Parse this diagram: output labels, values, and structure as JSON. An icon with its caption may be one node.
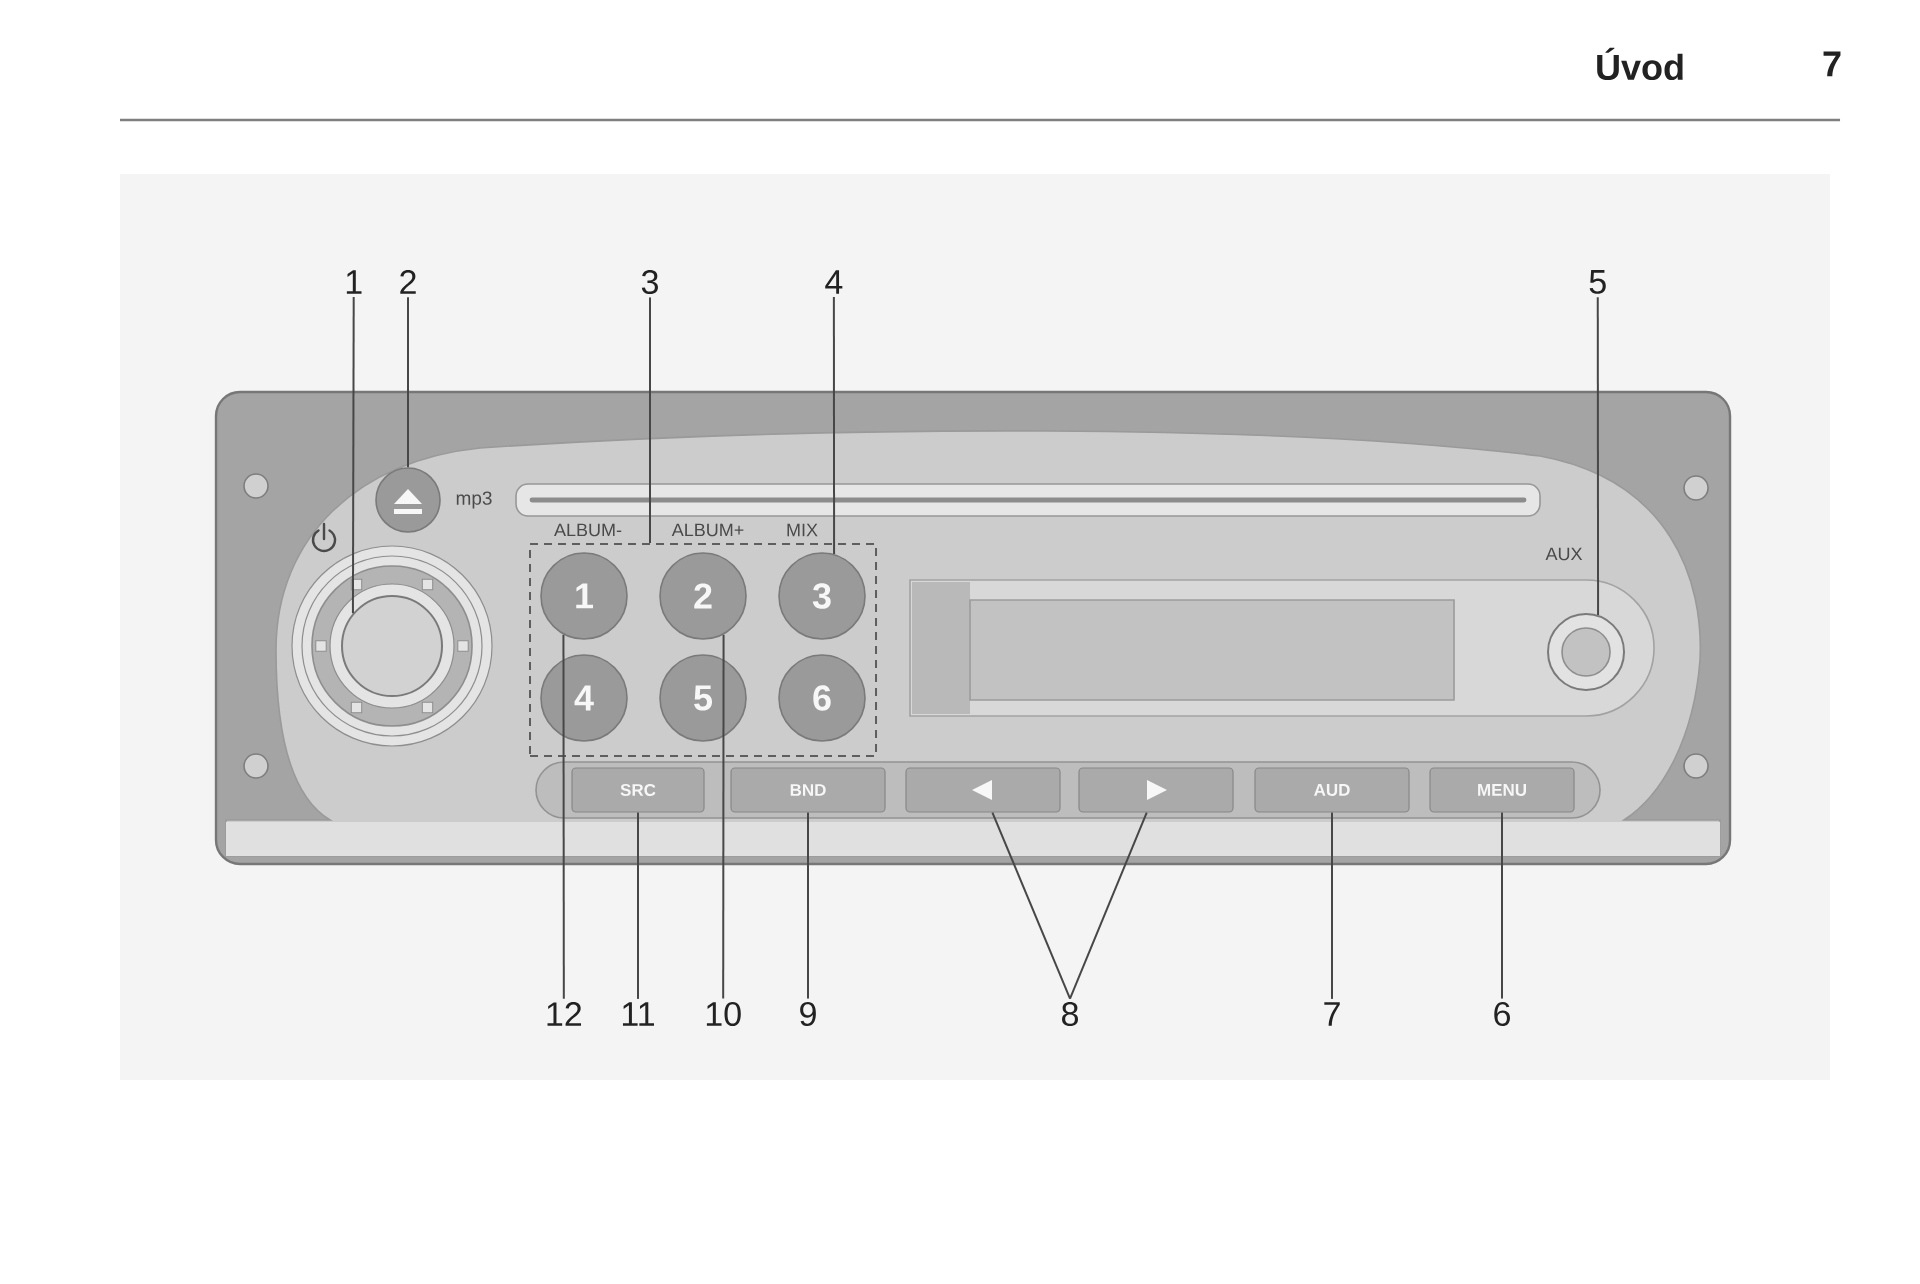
{
  "diagram": {
    "title": "Úvod",
    "nodes": [
      {
        "text": [
          "1"
        ]
      },
      {
        "text": [
          "2"
        ]
      },
      {
        "text": [
          "3"
        ]
      },
      {
        "text": [
          "4"
        ]
      },
      {
        "text": [
          "5"
        ]
      },
      {
        "text": [],
        "shape": "circle"
      },
      {
        "text": [],
        "shape": "circle"
      },
      {
        "text": [],
        "shape": "box"
      },
      {
        "text": [
          "1"
        ],
        "in": 7
      },
      {
        "text": [
          "2"
        ],
        "in": 7
      },
      {
        "text": [
          "3"
        ],
        "in": 7
      },
      {
        "text": [
          "4"
        ],
        "in": 7
      },
      {
        "text": [
          "5"
        ],
        "in": 7
      },
      {
        "text": [
          "6"
        ],
        "in": 7
      },
      {
        "text": [],
        "shape": "circle"
      },
      {
        "text": [
          "SRC"
        ]
      },
      {
        "text": [
          "BND"
        ]
      },
      {
        "text": [],
        "shape": "box"
      },
      {
        "text": [],
        "shape": "box"
      },
      {
        "text": [
          "AUD"
        ]
      },
      {
        "text": [
          "MENU"
        ]
      },
      {
        "text": [
          "12"
        ]
      },
      {
        "text": [
          "11"
        ]
      },
      {
        "text": [
          "10"
        ]
      },
      {
        "text": [
          "9"
        ]
      },
      {
        "text": [
          "8"
        ]
      },
      {
        "text": [
          "7"
        ]
      },
      {
        "text": [
          "6"
        ]
      }
    ],
    "edges": [
      {
        "from": 0,
        "to": 5,
        "arrow": "none"
      },
      {
        "from": 1,
        "to": 6,
        "arrow": "none"
      },
      {
        "from": 2,
        "to": 7,
        "arrow": "none"
      },
      {
        "from": 3,
        "to": 10,
        "arrow": "none"
      },
      {
        "from": 4,
        "to": 14,
        "arrow": "none"
      },
      {
        "from": 21,
        "to": 8,
        "arrow": "none"
      },
      {
        "from": 22,
        "to": 15,
        "arrow": "none"
      },
      {
        "from": 23,
        "to": 9,
        "arrow": "none"
      },
      {
        "from": 24,
        "to": 16,
        "arrow": "none"
      },
      {
        "from": 25,
        "to": 17,
        "arrow": "none"
      },
      {
        "from": 25,
        "to": 18,
        "arrow": "none"
      },
      {
        "from": 26,
        "to": 19,
        "arrow": "none"
      },
      {
        "from": 27,
        "to": 20,
        "arrow": "none"
      }
    ],
    "labels": [
      "7",
      "mp3",
      "ALBUM-",
      "ALBUM+",
      "MIX",
      "AUX"
    ]
  }
}
